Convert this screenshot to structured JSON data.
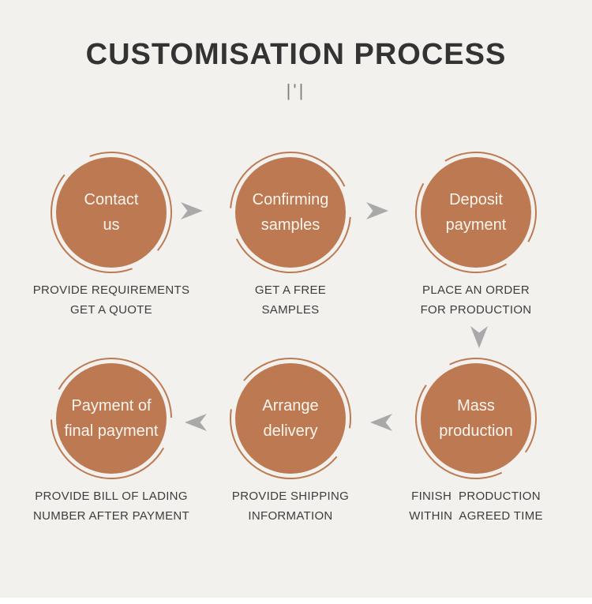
{
  "title": "CUSTOMISATION PROCESS",
  "title_mark": "|'|",
  "colors": {
    "background": "#f2f1ee",
    "circle": "#bd7a52",
    "arrow": "#a9a9a9",
    "title": "#333333",
    "caption": "#3d3d3d",
    "circle_text": "#fbf5ef"
  },
  "steps": [
    {
      "circle_lines": [
        "Contact",
        "us"
      ],
      "caption_lines": [
        "PROVIDE REQUIREMENTS",
        "GET A QUOTE"
      ]
    },
    {
      "circle_lines": [
        "Confirming",
        "samples"
      ],
      "caption_lines": [
        "GET A FREE",
        "SAMPLES"
      ]
    },
    {
      "circle_lines": [
        "Deposit",
        "payment"
      ],
      "caption_lines": [
        "PLACE AN ORDER",
        "FOR PRODUCTION"
      ]
    },
    {
      "circle_lines": [
        "Mass",
        "production"
      ],
      "caption_lines": [
        "FINISH  PRODUCTION",
        "WITHIN  AGREED TIME"
      ]
    },
    {
      "circle_lines": [
        "Arrange",
        "delivery"
      ],
      "caption_lines": [
        "PROVIDE SHIPPING",
        "INFORMATION"
      ]
    },
    {
      "circle_lines": [
        "Payment of",
        "final payment"
      ],
      "caption_lines": [
        "PROVIDE BILL OF LADING",
        "NUMBER AFTER PAYMENT"
      ]
    }
  ]
}
